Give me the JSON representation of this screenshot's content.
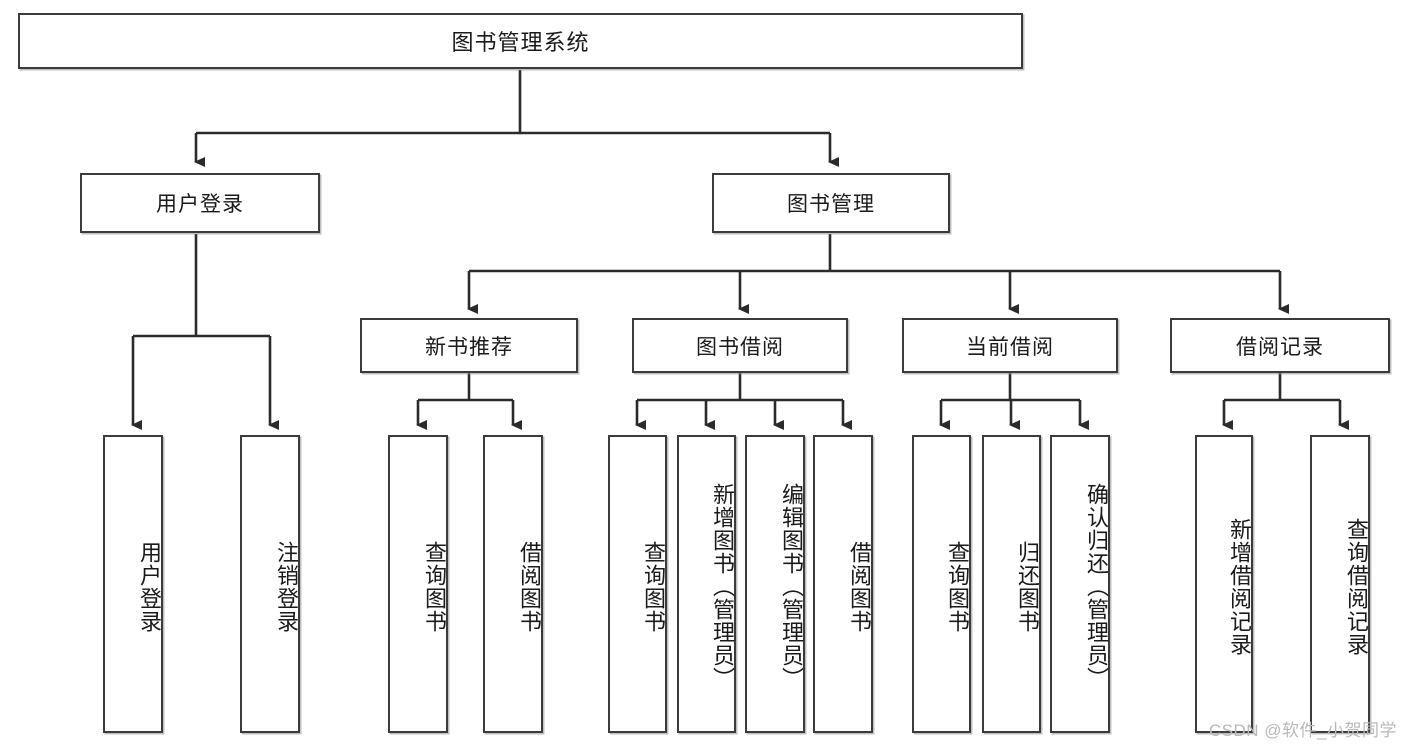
{
  "diagram": {
    "type": "tree-hierarchy",
    "title": "图书管理系统",
    "watermark": "CSDN @软件_小贺同学",
    "colors": {
      "box_border": "#3b3b3b",
      "box_fill": "#ffffff",
      "edge": "#2b2b2b",
      "text": "#1a1a1a",
      "watermark": "#b9b9b9",
      "background": "#ffffff"
    },
    "levels": [
      {
        "level": 1,
        "nodes": [
          {
            "id": "root",
            "label": "图书管理系统",
            "orientation": "horizontal"
          }
        ]
      },
      {
        "level": 2,
        "nodes": [
          {
            "id": "user-login",
            "label": "用户登录",
            "orientation": "horizontal",
            "parent": "root"
          },
          {
            "id": "book-manage",
            "label": "图书管理",
            "orientation": "horizontal",
            "parent": "root"
          }
        ]
      },
      {
        "level": 3,
        "nodes": [
          {
            "id": "new-book-recommend",
            "label": "新书推荐",
            "orientation": "horizontal",
            "parent": "book-manage"
          },
          {
            "id": "book-borrow",
            "label": "图书借阅",
            "orientation": "horizontal",
            "parent": "book-manage"
          },
          {
            "id": "current-borrow",
            "label": "当前借阅",
            "orientation": "horizontal",
            "parent": "book-manage"
          },
          {
            "id": "borrow-record",
            "label": "借阅记录",
            "orientation": "horizontal",
            "parent": "book-manage"
          }
        ]
      },
      {
        "level": 4,
        "nodes": [
          {
            "id": "leaf-user-login",
            "label": "用户登录",
            "orientation": "vertical",
            "parent": "user-login"
          },
          {
            "id": "leaf-user-logout",
            "label": "注销登录",
            "orientation": "vertical",
            "parent": "user-login"
          },
          {
            "id": "leaf-query-book-1",
            "label": "查询图书",
            "orientation": "vertical",
            "parent": "new-book-recommend"
          },
          {
            "id": "leaf-borrow-book-1",
            "label": "借阅图书",
            "orientation": "vertical",
            "parent": "new-book-recommend"
          },
          {
            "id": "leaf-query-book-2",
            "label": "查询图书",
            "orientation": "vertical",
            "parent": "book-borrow"
          },
          {
            "id": "leaf-add-book",
            "label": "新增图书（管理员）",
            "orientation": "vertical",
            "parent": "book-borrow"
          },
          {
            "id": "leaf-edit-book",
            "label": "编辑图书（管理员）",
            "orientation": "vertical",
            "parent": "book-borrow"
          },
          {
            "id": "leaf-borrow-book-2",
            "label": "借阅图书",
            "orientation": "vertical",
            "parent": "book-borrow"
          },
          {
            "id": "leaf-query-book-3",
            "label": "查询图书",
            "orientation": "vertical",
            "parent": "current-borrow"
          },
          {
            "id": "leaf-return-book",
            "label": "归还图书",
            "orientation": "vertical",
            "parent": "current-borrow"
          },
          {
            "id": "leaf-confirm-return",
            "label": "确认归还（管理员）",
            "orientation": "vertical",
            "parent": "current-borrow"
          },
          {
            "id": "leaf-add-record",
            "label": "新增借阅记录",
            "orientation": "vertical",
            "parent": "borrow-record"
          },
          {
            "id": "leaf-query-record",
            "label": "查询借阅记录",
            "orientation": "vertical",
            "parent": "borrow-record"
          }
        ]
      }
    ]
  }
}
